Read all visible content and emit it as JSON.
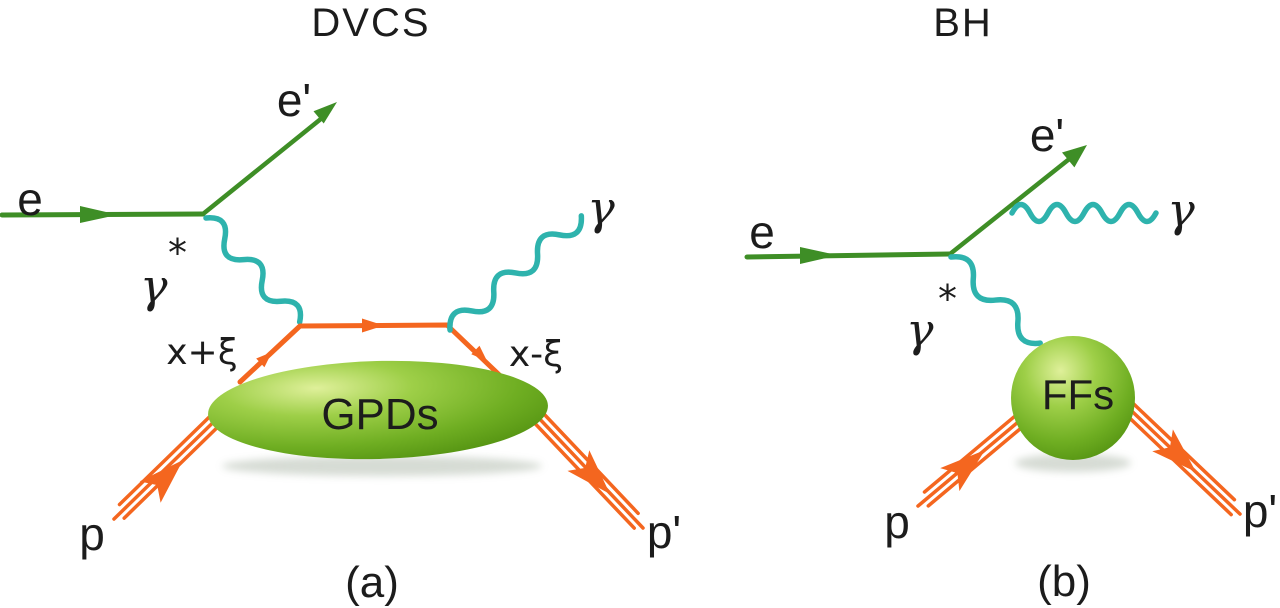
{
  "colors": {
    "electron": "#3e8e26",
    "photon": "#2eb3ad",
    "quark": "#f4661f",
    "text": "#1c1c1c",
    "blob-hi": "#dff09a",
    "blob-mid": "#9ecf48",
    "blob-deep": "#6fae22",
    "blob-dark": "#4e8d0e"
  },
  "dvcs": {
    "title": "DVCS",
    "labels": {
      "e_in": "e",
      "e_out": "e'",
      "gamma_star": "γ",
      "gamma_star_sup": "*",
      "photon_out": "γ",
      "x_plus_xi": "x+ξ",
      "x_minus_xi": "x-ξ",
      "blob": "GPDs",
      "p_in": "p",
      "p_out": "p'",
      "caption": "(a)"
    }
  },
  "bh": {
    "title": "BH",
    "labels": {
      "e_in": "e",
      "e_out": "e'",
      "gamma_star": "γ",
      "gamma_star_sup": "*",
      "photon_out": "γ",
      "blob": "FFs",
      "p_in": "p",
      "p_out": "p'",
      "caption": "(b)"
    }
  }
}
